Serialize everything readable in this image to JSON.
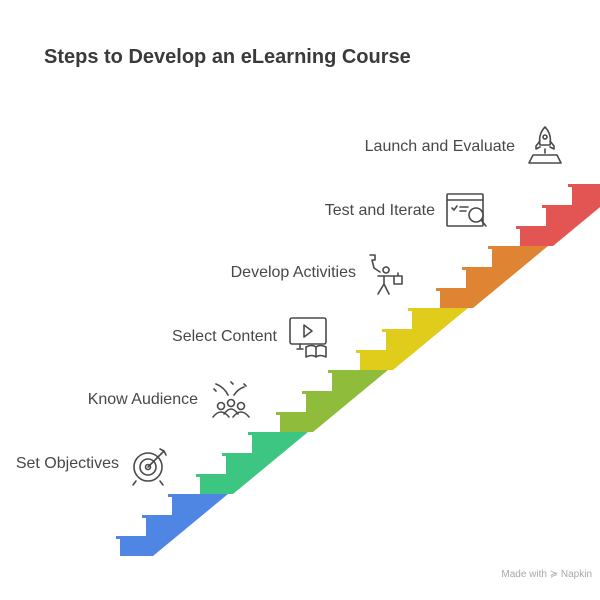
{
  "title": "Steps to Develop an eLearning Course",
  "steps": [
    {
      "label": "Set Objectives",
      "icon": "target-icon",
      "color": "#4F86E4"
    },
    {
      "label": "Know Audience",
      "icon": "audience-icon",
      "color": "#3DC682"
    },
    {
      "label": "Select Content",
      "icon": "video-book-icon",
      "color": "#8FBC3A"
    },
    {
      "label": "Develop Activities",
      "icon": "activity-person-icon",
      "color": "#E0CC1A"
    },
    {
      "label": "Test and Iterate",
      "icon": "checklist-search-icon",
      "color": "#DE8432"
    },
    {
      "label": "Launch and Evaluate",
      "icon": "rocket-icon",
      "color": "#E35553"
    }
  ],
  "footer": "Made with ≽ Napkin"
}
